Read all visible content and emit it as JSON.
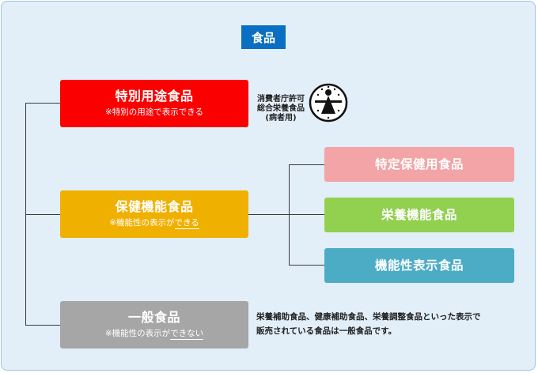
{
  "title": "食品",
  "categories": [
    {
      "key": "special",
      "label": "特別用途食品",
      "note_prefix": "※特別の用途で表示できる",
      "note_underlined": "",
      "color": "#fa0000"
    },
    {
      "key": "health",
      "label": "保健機能食品",
      "note_prefix": "※機能性の表示が",
      "note_underlined": "できる",
      "color": "#f0b000"
    },
    {
      "key": "general",
      "label": "一般食品",
      "note_prefix": "※機能性の表示が",
      "note_underlined": "できない",
      "color": "#a6a6a6"
    }
  ],
  "health_subtypes": [
    {
      "label": "特定保健用食品",
      "color": "#f2a4a6"
    },
    {
      "label": "栄養機能食品",
      "color": "#92d050"
    },
    {
      "label": "機能性表示食品",
      "color": "#4cacc6"
    }
  ],
  "mark": {
    "lines": [
      "消費者庁許可",
      "総合栄養食品",
      "(病者用)"
    ]
  },
  "general_note": {
    "lines": [
      "栄養補助食品、健康補助食品、栄養調整食品といった表示で",
      "販売されている食品は一般食品です。"
    ]
  }
}
